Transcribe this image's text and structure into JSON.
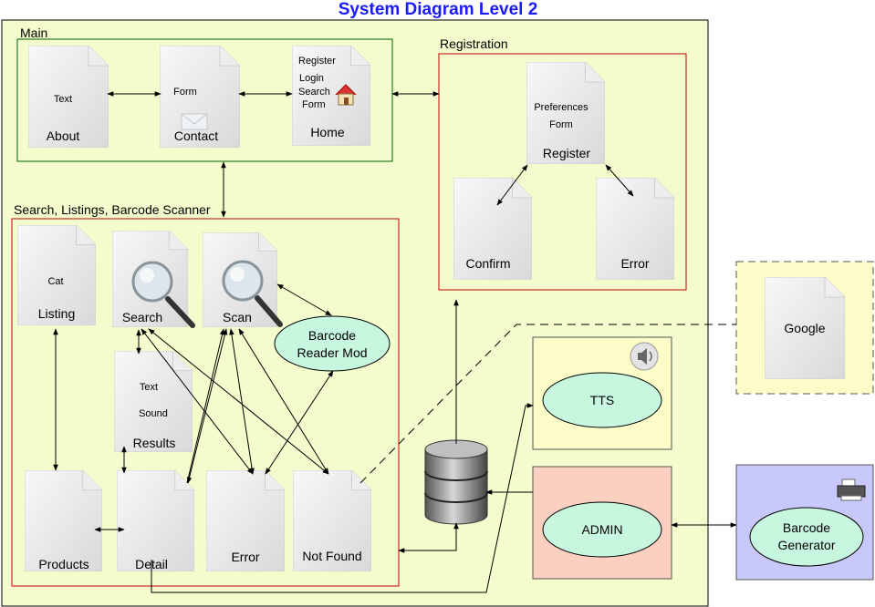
{
  "title": "System Diagram Level 2",
  "groups": {
    "main": "Main",
    "registration": "Registration",
    "search": "Search, Listings, Barcode Scanner"
  },
  "pages": {
    "about": {
      "label": "About",
      "lines": [
        "Text"
      ]
    },
    "contact": {
      "label": "Contact",
      "lines": [
        "Form"
      ]
    },
    "home": {
      "label": "Home",
      "lines": [
        "Register",
        "Login",
        "Search",
        "Form"
      ]
    },
    "register": {
      "label": "Register",
      "lines": [
        "Preferences",
        "Form"
      ]
    },
    "confirm": {
      "label": "Confirm",
      "lines": []
    },
    "reg_error": {
      "label": "Error",
      "lines": []
    },
    "listing": {
      "label": "Listing",
      "lines": [
        "Cat"
      ]
    },
    "search": {
      "label": "Search",
      "lines": []
    },
    "scan": {
      "label": "Scan",
      "lines": []
    },
    "results": {
      "label": "Results",
      "lines": [
        "Text",
        "Sound"
      ]
    },
    "products": {
      "label": "Products",
      "lines": []
    },
    "detail": {
      "label": "Detail",
      "lines": []
    },
    "error": {
      "label": "Error",
      "lines": []
    },
    "not_found": {
      "label": "Not Found",
      "lines": []
    },
    "google": {
      "label": "Google",
      "lines": []
    }
  },
  "ellipses": {
    "barcode_reader": [
      "Barcode",
      "Reader Mod"
    ],
    "tts": [
      "TTS"
    ],
    "admin": [
      "ADMIN"
    ],
    "barcode_generator": [
      "Barcode",
      "Generator"
    ]
  },
  "icons": [
    "house-icon",
    "envelope-icon",
    "magnifier-icon",
    "speaker-icon",
    "printer-icon",
    "database-icon"
  ],
  "colors": {
    "background": "#f4fbcc",
    "title": "#1a1aff",
    "main_border": "#006600",
    "section_border": "#c00000",
    "ellipse_fill": "#c8f7e0",
    "tts_fill": "#fcfcc8",
    "admin_fill": "#fbd0c0",
    "google_fill": "#fcfcc8",
    "generator_fill": "#c8c8fa"
  }
}
